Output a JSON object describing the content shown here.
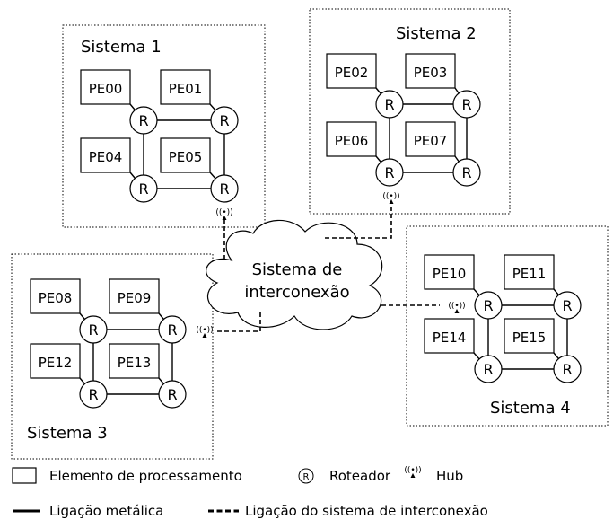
{
  "systems": [
    {
      "label": "Sistema 1",
      "pes": [
        "PE00",
        "PE01",
        "PE04",
        "PE05"
      ]
    },
    {
      "label": "Sistema 2",
      "pes": [
        "PE02",
        "PE03",
        "PE06",
        "PE07"
      ]
    },
    {
      "label": "Sistema 3",
      "pes": [
        "PE08",
        "PE09",
        "PE12",
        "PE13"
      ]
    },
    {
      "label": "Sistema 4",
      "pes": [
        "PE10",
        "PE11",
        "PE14",
        "PE15"
      ]
    }
  ],
  "router_label": "R",
  "cloud": {
    "line1": "Sistema de",
    "line2": "interconexão"
  },
  "hub_glyph": "((•))",
  "legend": {
    "pe_label": "Elemento de processamento",
    "router_label": "Roteador",
    "hub_label": "Hub",
    "metal_label": "Ligação metálica",
    "interconnect_label": "Ligação do sistema de interconexão"
  }
}
